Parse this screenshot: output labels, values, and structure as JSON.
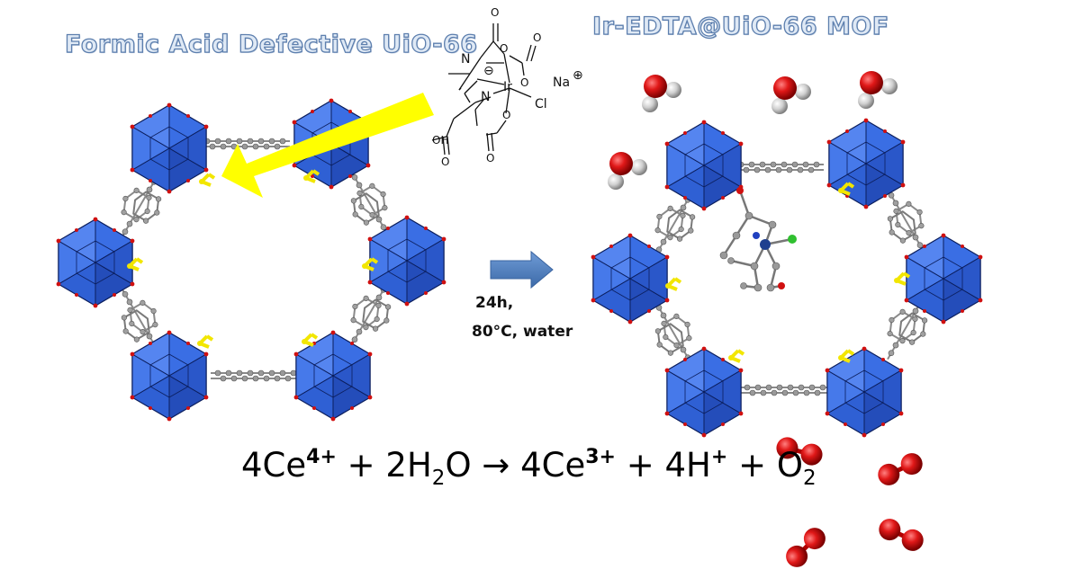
{
  "titles": {
    "left": "Formic Acid Defective UiO-66",
    "right": "Ir-EDTA@UiO-66 MOF"
  },
  "conditions": {
    "time": "24h,",
    "temperature_solvent": "80°C, water"
  },
  "equation": {
    "reactant_1_coeff": "4Ce",
    "reactant_1_charge": "4+",
    "plus_1": " + ",
    "reactant_2_prefix": "2H",
    "reactant_2_sub": "2",
    "reactant_2_suffix": "O",
    "arrow": " → ",
    "product_1_coeff": "4Ce",
    "product_1_charge": "3+",
    "plus_2": " + ",
    "product_2": "4H",
    "product_2_charge": "+",
    "plus_3": " + ",
    "product_3": "O",
    "product_3_sub": "2"
  },
  "complex_labels": {
    "ir": "Ir",
    "cl": "Cl",
    "na": "Na",
    "n_top": "N",
    "n_bottom": "N",
    "o_label": "O",
    "oh_label": "OH",
    "o_ring": "O",
    "charge_minus": "⊖",
    "charge_plus": "⊕"
  },
  "colors": {
    "cluster_blue": "#2f5fd6",
    "linker_gray": "#8f8f8f",
    "defect_yellow": "#f2e600",
    "arrow_yellow": "#ffff00",
    "process_arrow": "#4f81bd",
    "oxygen_red": "#d01010",
    "hydrogen_gray": "#c8c8c8"
  }
}
